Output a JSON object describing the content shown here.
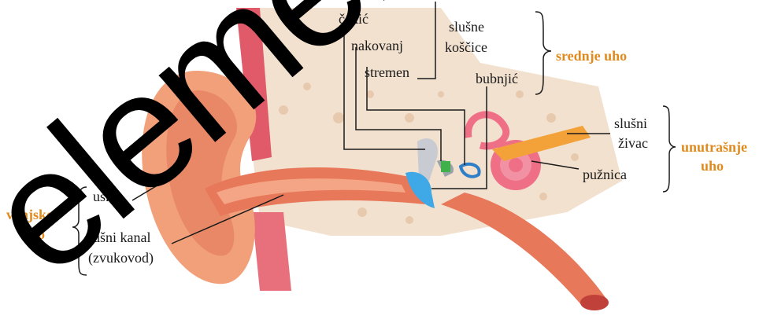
{
  "labels": {
    "cekic": "čekić",
    "nakovanj": "nakovanj",
    "stremen": "stremen",
    "slusne": "slušne",
    "koscice": "koščice",
    "bubnjic": "bubnjić",
    "slusni": "slušni",
    "zivac": "živac",
    "puznica": "pužnica",
    "uska": "uška",
    "usni_kanal": "ušni kanal",
    "zvukovod": "(zvukovod)"
  },
  "groups": {
    "srednje": "srednje uho",
    "unutrasnje_1": "unutrašnje",
    "unutrasnje_2": "uho",
    "vanjsko_1": "vanjsko",
    "vanjsko_2": "uho"
  },
  "watermark": "element",
  "colors": {
    "group_label": "#e08a1e",
    "skin": "#f2a07a",
    "bone": "#f3e1cf",
    "canal": "#e8785a",
    "eardrum": "#3fa8e6",
    "nerve": "#f3a23a",
    "cochlea": "#ee6f86"
  }
}
